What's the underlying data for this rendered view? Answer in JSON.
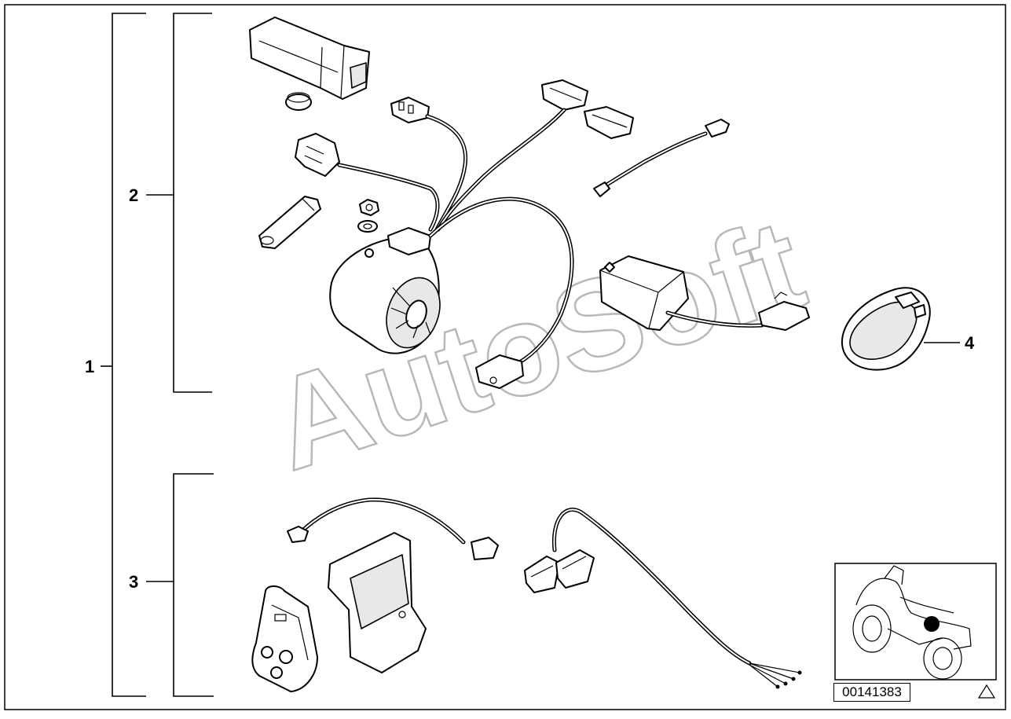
{
  "callouts": {
    "c1": "1",
    "c2": "2",
    "c3": "3",
    "c4": "4"
  },
  "watermark": "AutoSoft",
  "diagram_number": "00141383",
  "locator": {
    "marker_color": "#000000"
  }
}
